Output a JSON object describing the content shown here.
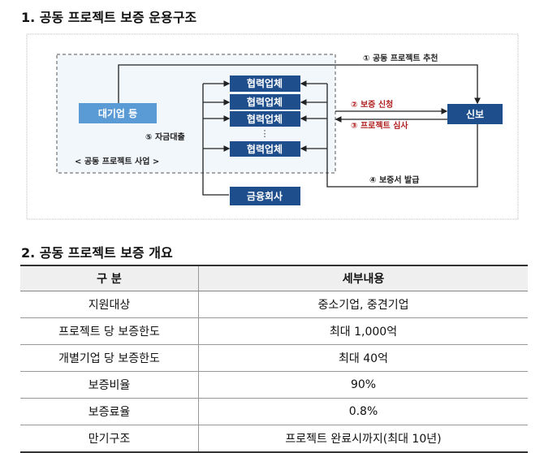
{
  "section1": {
    "title": "1. 공동 프로젝트 보증 운용구조"
  },
  "diagram": {
    "large_company": "대기업 등",
    "partner": "협력업체",
    "ellipsis": "⋮",
    "financial": "금융회사",
    "kodit": "신보",
    "project_label": "< 공동 프로젝트 사업 >",
    "step1": "① 공동 프로젝트 추천",
    "step2": "② 보증 신청",
    "step3": "③ 프로젝트 심사",
    "step4": "④ 보증서 발급",
    "step5": "⑤ 자금대출",
    "colors": {
      "box_dark": "#1f4e8c",
      "box_light": "#5b9bd5",
      "step_red": "#b01e1e"
    }
  },
  "section2": {
    "title": "2. 공동 프로젝트 보증 개요"
  },
  "table": {
    "headers": [
      "구 분",
      "세부내용"
    ],
    "rows": [
      [
        "지원대상",
        "중소기업, 중견기업"
      ],
      [
        "프로젝트 당 보증한도",
        "최대 1,000억"
      ],
      [
        "개별기업 당 보증한도",
        "최대 40억"
      ],
      [
        "보증비율",
        "90%"
      ],
      [
        "보증료율",
        "0.8%"
      ],
      [
        "만기구조",
        "프로젝트 완료시까지(최대 10년)"
      ]
    ]
  }
}
